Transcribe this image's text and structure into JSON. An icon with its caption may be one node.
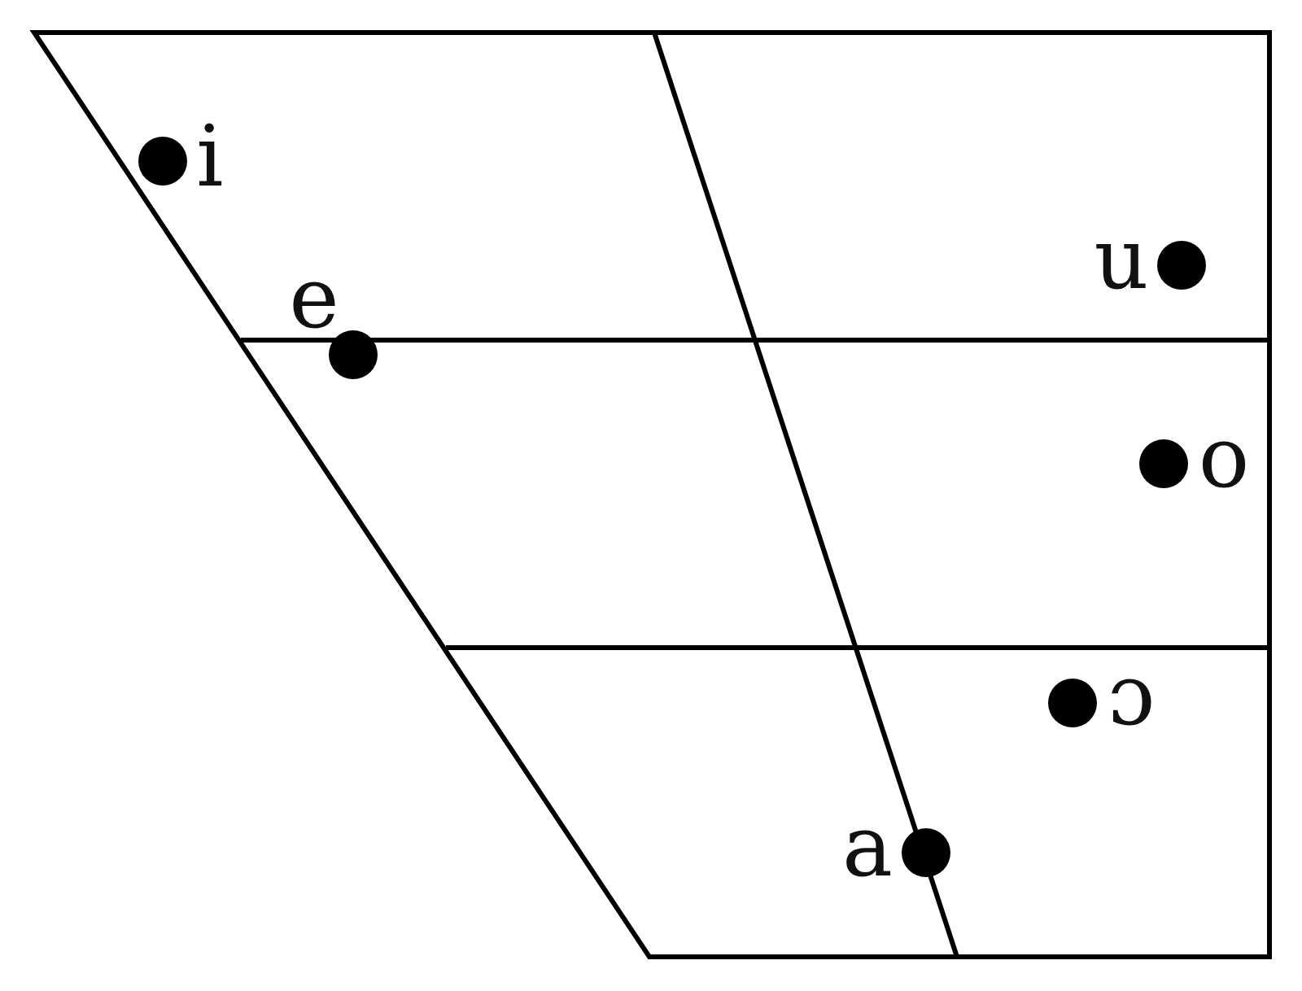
{
  "diagram": {
    "labels": [
      "i",
      "u",
      "e",
      "o",
      "ɔ",
      "a"
    ]
  }
}
